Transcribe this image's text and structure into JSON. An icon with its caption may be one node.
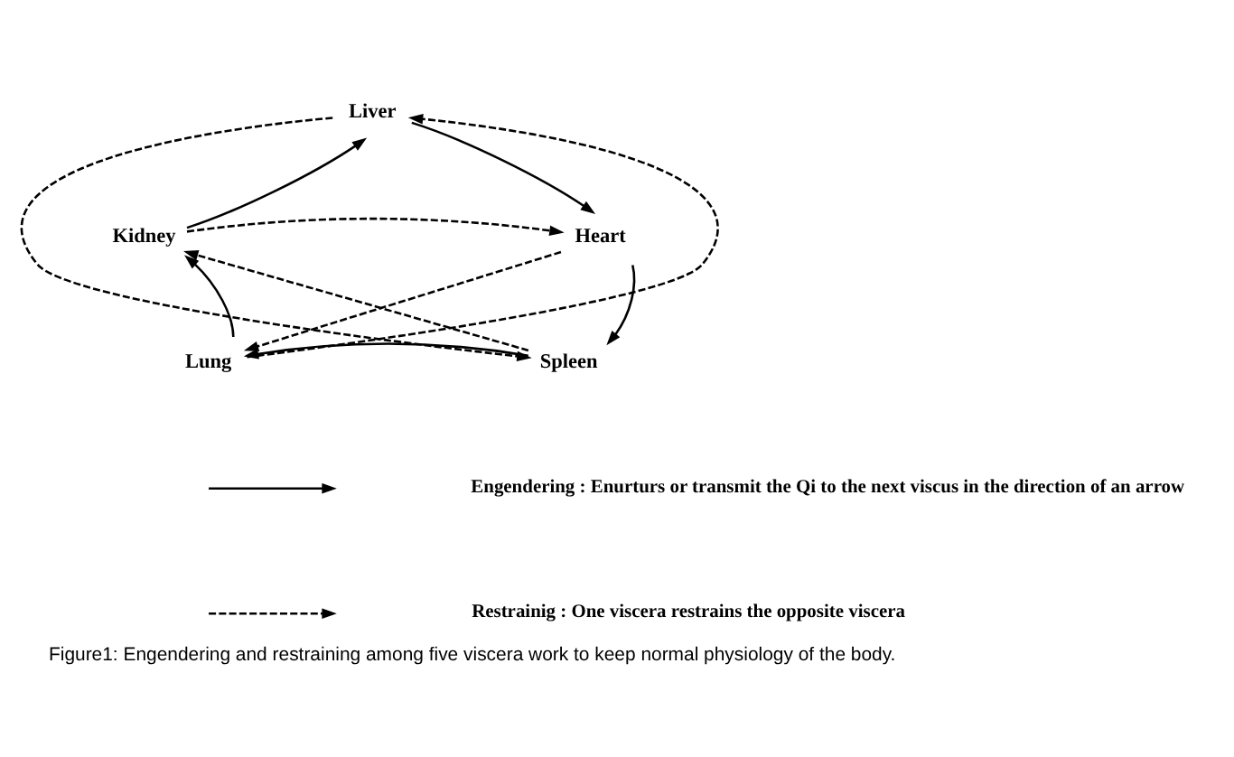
{
  "diagram": {
    "caption": "Figure1: Engendering and restraining among five viscera work to keep normal physiology of the body.",
    "nodes": [
      {
        "text": [
          "Liver"
        ]
      },
      {
        "text": [
          "Heart"
        ]
      },
      {
        "text": [
          "Spleen"
        ]
      },
      {
        "text": [
          "Lung"
        ]
      },
      {
        "text": [
          "Kidney"
        ]
      }
    ],
    "edges": [
      {
        "from": 0,
        "to": 1,
        "arrow": "to"
      },
      {
        "from": 1,
        "to": 2,
        "arrow": "to"
      },
      {
        "from": 2,
        "to": 3,
        "arrow": "to"
      },
      {
        "from": 3,
        "to": 4,
        "arrow": "to"
      },
      {
        "from": 4,
        "to": 0,
        "arrow": "to"
      },
      {
        "from": 0,
        "to": 2,
        "arrow": "to",
        "style": "dashed"
      },
      {
        "from": 2,
        "to": 4,
        "arrow": "to",
        "style": "dashed"
      },
      {
        "from": 4,
        "to": 1,
        "arrow": "to",
        "style": "dashed"
      },
      {
        "from": 1,
        "to": 3,
        "arrow": "to",
        "style": "dashed"
      },
      {
        "from": 3,
        "to": 0,
        "arrow": "to",
        "style": "dashed"
      }
    ],
    "legend": [
      {
        "text": "Engendering : Enurturs or transmit the Qi to the next viscus in the direction of an arrow"
      },
      {
        "text": "Restrainig : One viscera restrains the opposite viscera"
      }
    ]
  }
}
